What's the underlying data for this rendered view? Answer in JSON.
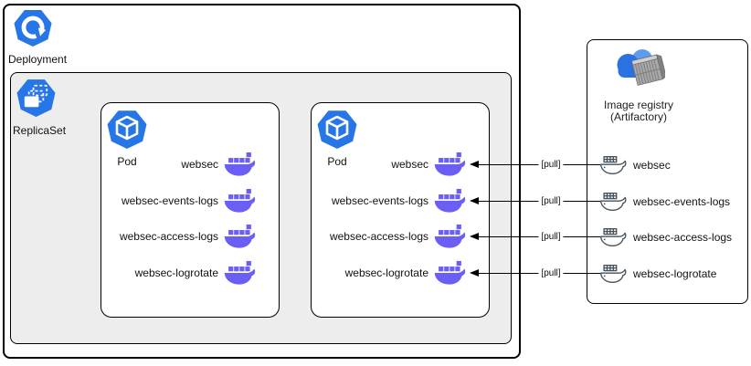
{
  "deployment": {
    "label": "Deployment"
  },
  "replicaset": {
    "label": "ReplicaSet"
  },
  "pod1": {
    "label": "Pod",
    "containers": [
      "websec",
      "websec-events-logs",
      "websec-access-logs",
      "websec-logrotate"
    ]
  },
  "pod2": {
    "label": "Pod",
    "containers": [
      "websec",
      "websec-events-logs",
      "websec-access-logs",
      "websec-logrotate"
    ]
  },
  "registry": {
    "title_line1": "Image registry",
    "title_line2": "(Artifactory)",
    "images": [
      "websec",
      "websec-events-logs",
      "websec-access-logs",
      "websec-logrotate"
    ]
  },
  "arrows": [
    {
      "label": "[pull]"
    },
    {
      "label": "[pull]"
    },
    {
      "label": "[pull]"
    },
    {
      "label": "[pull]"
    }
  ],
  "icons": {
    "deployment": "k8s-deployment-icon",
    "replicaset": "k8s-replicaset-icon",
    "pod": "k8s-pod-icon",
    "container": "docker-whale-icon",
    "registry_image": "docker-whale-outline-icon",
    "registry": "cloud-container-registry-icon",
    "arrowhead": "left-arrowhead-icon"
  },
  "colors": {
    "k8s_blue": "#2676e8",
    "docker_purple": "#6a5ef5",
    "outline_slate": "#44535e",
    "replicaset_bg": "#ededed",
    "line_black": "#000000",
    "cloud_dark": "#2c71e0",
    "cloud_light": "#5e9bed"
  }
}
